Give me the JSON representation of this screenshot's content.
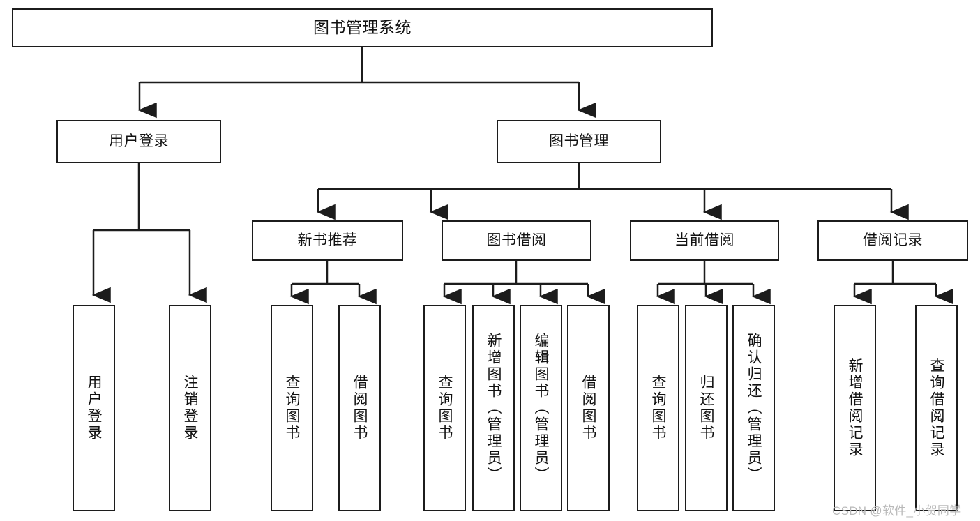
{
  "diagram": {
    "type": "tree-hierarchy",
    "title": "图书管理系统",
    "root": {
      "id": "root",
      "label": "图书管理系统"
    },
    "level2": [
      {
        "id": "user-login",
        "label": "用户登录"
      },
      {
        "id": "book-manage",
        "label": "图书管理"
      }
    ],
    "level3": [
      {
        "id": "new-book-recommend",
        "label": "新书推荐",
        "parent": "book-manage"
      },
      {
        "id": "book-borrow",
        "label": "图书借阅",
        "parent": "book-manage"
      },
      {
        "id": "current-borrow",
        "label": "当前借阅",
        "parent": "book-manage"
      },
      {
        "id": "borrow-record",
        "label": "借阅记录",
        "parent": "book-manage"
      }
    ],
    "leaves": [
      {
        "id": "leaf-user-login",
        "label": "用户登录",
        "parent": "user-login"
      },
      {
        "id": "leaf-logout-login",
        "label": "注销登录",
        "parent": "user-login"
      },
      {
        "id": "leaf-query-book-1",
        "label": "查询图书",
        "parent": "new-book-recommend"
      },
      {
        "id": "leaf-borrow-book-1",
        "label": "借阅图书",
        "parent": "new-book-recommend"
      },
      {
        "id": "leaf-query-book-2",
        "label": "查询图书",
        "parent": "book-borrow"
      },
      {
        "id": "leaf-add-book",
        "label": "新增图书（管理员）",
        "parent": "book-borrow"
      },
      {
        "id": "leaf-edit-book",
        "label": "编辑图书（管理员）",
        "parent": "book-borrow"
      },
      {
        "id": "leaf-borrow-book-2",
        "label": "借阅图书",
        "parent": "book-borrow"
      },
      {
        "id": "leaf-query-book-3",
        "label": "查询图书",
        "parent": "current-borrow"
      },
      {
        "id": "leaf-return-book",
        "label": "归还图书",
        "parent": "current-borrow"
      },
      {
        "id": "leaf-confirm-return",
        "label": "确认归还（管理员）",
        "parent": "current-borrow"
      },
      {
        "id": "leaf-add-record",
        "label": "新增借阅记录",
        "parent": "borrow-record"
      },
      {
        "id": "leaf-query-record",
        "label": "查询借阅记录",
        "parent": "borrow-record"
      }
    ],
    "colors": {
      "stroke": "#1c1c1c",
      "fill": "#ffffff",
      "text": "#111111",
      "watermark": "#b9b9b9"
    }
  },
  "watermark": {
    "text": "CSDN @软件_小贺同学"
  }
}
